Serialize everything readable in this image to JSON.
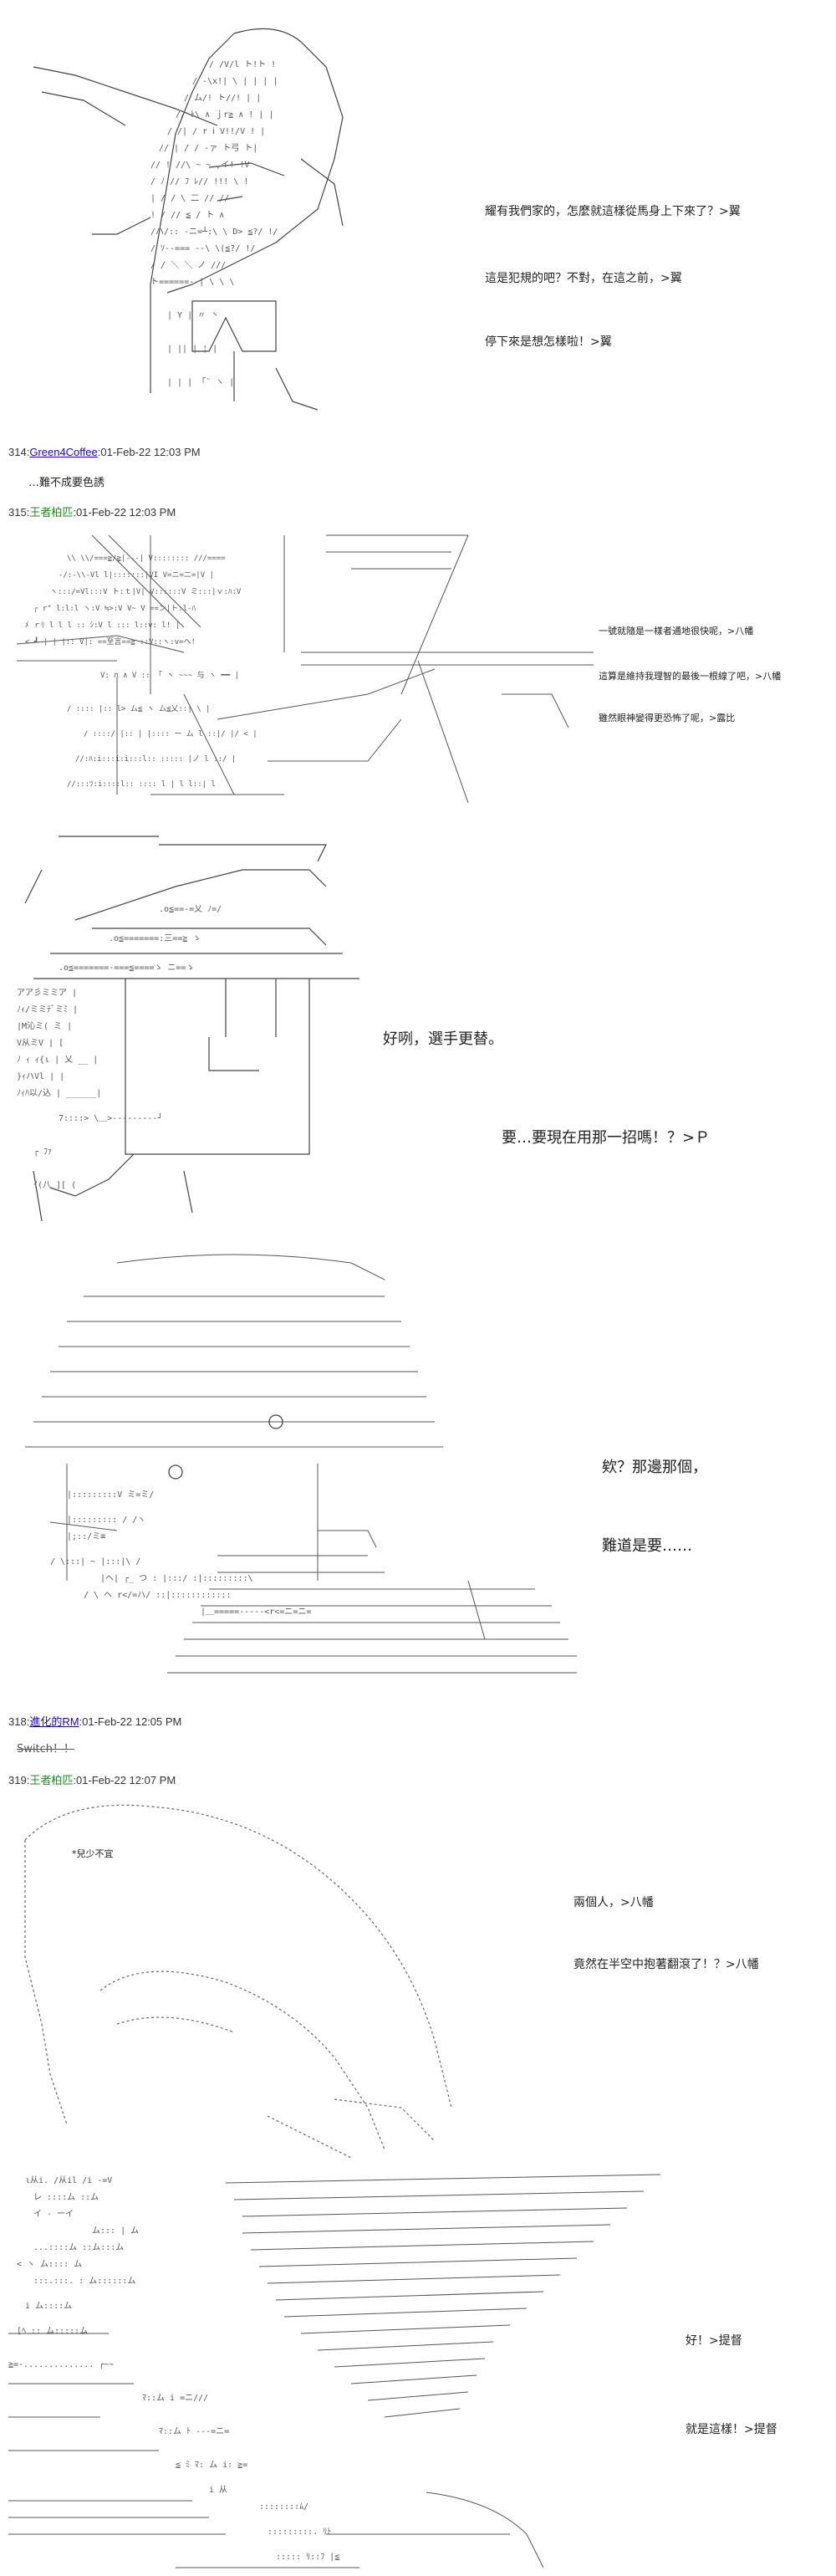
{
  "panel1": {
    "lines": [
      "耀有我們家的，怎麼就這樣從馬身上下來了？>翼",
      "這是犯規的吧？不對，在這之前，>翼",
      "停下來是想怎樣啦！>翼"
    ]
  },
  "post314": {
    "num": "314:",
    "name": "Green4Coffee",
    "date": ":01-Feb-22 12:03 PM",
    "body": "…難不成要色誘"
  },
  "post315": {
    "num": "315:",
    "name": "王者柏匹",
    "date": ":01-Feb-22 12:03 PM"
  },
  "panel2": {
    "lines": [
      "一號就隨是一樣者通地很快呢，>八幡",
      "這算是維持我理智的最後一根線了吧，>八幡",
      "雖然眼神變得更恐怖了呢，>露比"
    ]
  },
  "panel3": {
    "lines": [
      "好咧，選手更替。",
      "要…要現在用那一招嗎！？>Ｐ"
    ]
  },
  "panel4": {
    "lines": [
      "欸？那邊那個，",
      "難道是要……"
    ]
  },
  "post318": {
    "num": "318:",
    "name": "進化的RM",
    "date": ":01-Feb-22 12:05 PM",
    "body": "Switch！！"
  },
  "post319": {
    "num": "319:",
    "name": "王者柏匹",
    "date": ":01-Feb-22 12:07 PM"
  },
  "panel5": {
    "note": "*兒少不宜",
    "lines": [
      "兩個人，>八幡",
      "竟然在半空中抱著翻滾了！？>八幡"
    ]
  },
  "panel6": {
    "lines": [
      "好！>提督",
      "就是這樣！>提督"
    ]
  }
}
